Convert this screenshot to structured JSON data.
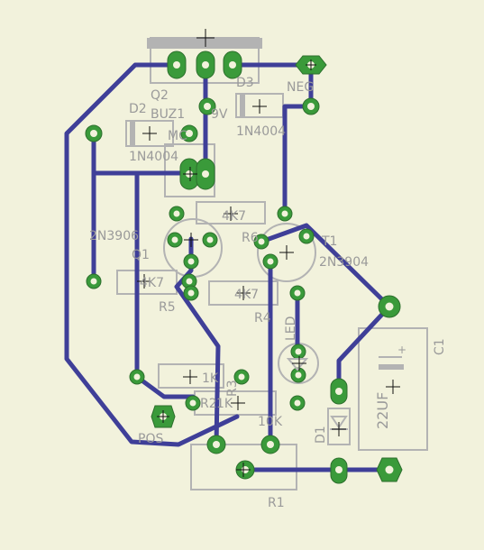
{
  "board": {
    "labels": {
      "q2": "Q2",
      "buz": "BUZ1",
      "d3": "D3",
      "neg": "NEG",
      "d2": "D2",
      "bv": "9V",
      "mc": "MC",
      "d3_part": "1N4004",
      "d2_part": "1N4004",
      "r6_value": "4K7",
      "r6": "R6",
      "q1_part": "2N3906",
      "q1": "Q1",
      "t1": "T1",
      "t1_part": "2N3904",
      "r5_value": "4K7",
      "r5": "R5",
      "r4_value": "4K7",
      "r4": "R4",
      "led": "LED",
      "c1": "C1",
      "c1_value": "22UF",
      "c1_pol": "+",
      "r3_value": "1K",
      "r3": "R3",
      "r2_value": "1K",
      "r2": "R2",
      "r1_value": "10K",
      "pos": "POS",
      "d1": "D1",
      "r1": "R1"
    }
  }
}
